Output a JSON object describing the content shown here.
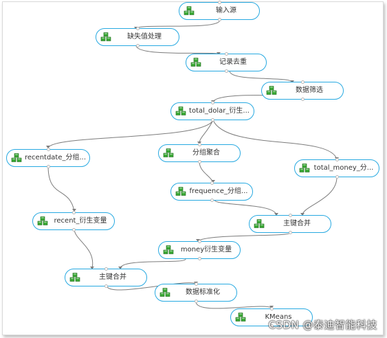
{
  "flow": {
    "nodes": [
      {
        "id": "n1",
        "label": "输入源"
      },
      {
        "id": "n2",
        "label": "缺失值处理"
      },
      {
        "id": "n3",
        "label": "记录去重"
      },
      {
        "id": "n4",
        "label": "数据筛选"
      },
      {
        "id": "n5",
        "label": "total_dolar_衍生..."
      },
      {
        "id": "n6",
        "label": "recentdate_分组..."
      },
      {
        "id": "n7",
        "label": "分组聚合"
      },
      {
        "id": "n8",
        "label": "total_money_分..."
      },
      {
        "id": "n9",
        "label": "frequence_分组..."
      },
      {
        "id": "n10",
        "label": "recent_衍生变量"
      },
      {
        "id": "n11",
        "label": "主键合并"
      },
      {
        "id": "n12",
        "label": "money衍生变量"
      },
      {
        "id": "n13",
        "label": "主键合并"
      },
      {
        "id": "n14",
        "label": "数据标准化"
      },
      {
        "id": "n15",
        "label": "KMeans"
      }
    ],
    "node_icon": "data-cubes-icon",
    "accent_color": "#27a9e1",
    "icon_color": "#3aa935"
  },
  "watermark": "CSDN @泰迪智能科技"
}
